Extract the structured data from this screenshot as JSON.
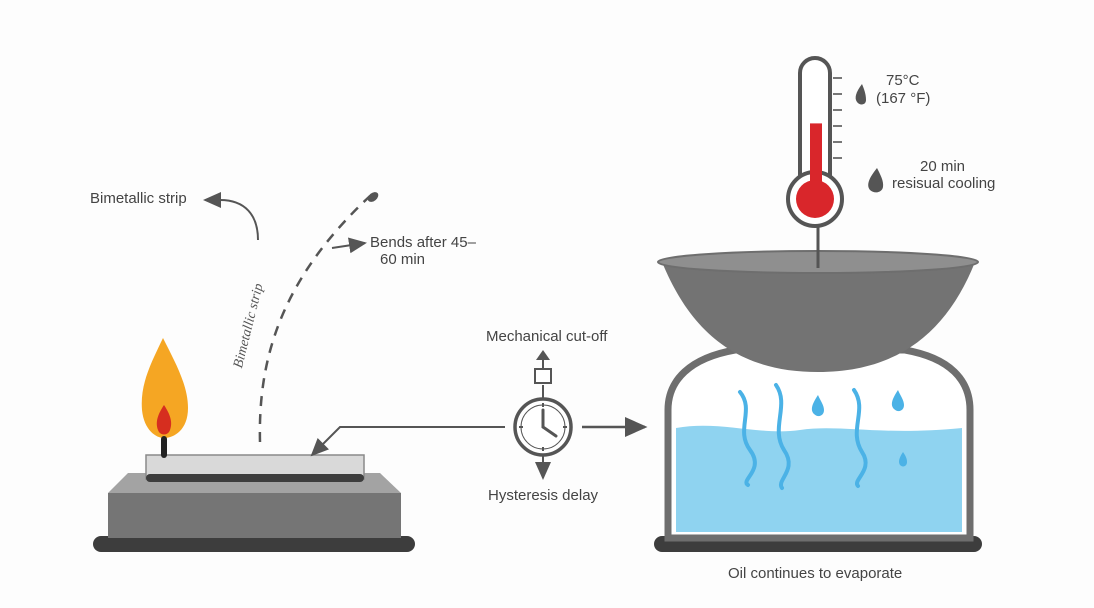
{
  "labels": {
    "bimetallic_strip": "Bimetallic strip",
    "rotated_text": "Bimetallic strip",
    "bends_after_line1": "Bends after 45–",
    "bends_after_line2": "60 min",
    "mechanical_cutoff": "Mechanical cut-off",
    "hysteresis_delay": "Hysteresis delay",
    "temperature_c": "75°C",
    "temperature_f": "(167 °F)",
    "cooling_time": "20 min",
    "cooling_label": "resisual cooling",
    "oil_evaporate": "Oil continues to evaporate"
  },
  "colors": {
    "flame_outer": "#f5a623",
    "flame_inner": "#d62e1f",
    "metal_dark": "#6e6e6e",
    "metal_mid": "#8a8a8a",
    "metal_light": "#b5b5b5",
    "water": "#8fd3f0",
    "mercury": "#d9262b",
    "line": "#555555",
    "drop_blue": "#4bb2e6"
  },
  "thermometer": {
    "fill_level": 0.55
  },
  "icons": [
    "flame-icon",
    "clock-icon",
    "thermometer-icon",
    "droplet-icon",
    "arrow-icon"
  ]
}
